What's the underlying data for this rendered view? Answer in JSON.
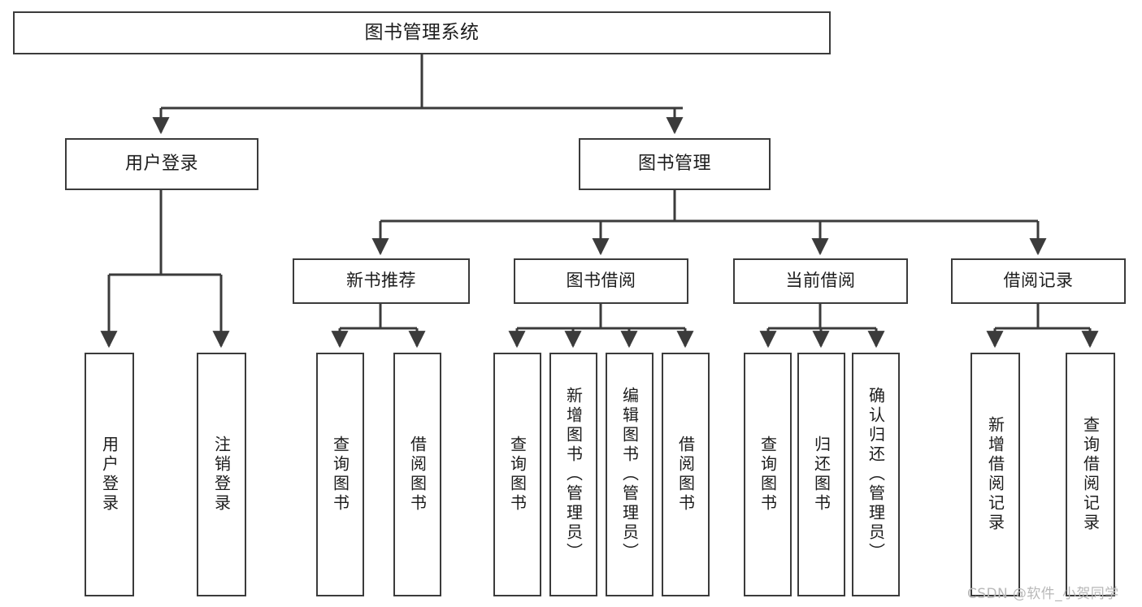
{
  "diagram": {
    "title": "图书管理系统",
    "type": "tree",
    "watermark": "CSDN @软件_小贺同学",
    "colors": {
      "background": "#ffffff",
      "stroke": "#3b3b3b",
      "text": "#1c1c1c",
      "watermark": "#b8b8b8"
    },
    "nodes": {
      "root": {
        "label": "图书管理系统"
      },
      "level1": [
        {
          "label": "用户登录"
        },
        {
          "label": "图书管理"
        }
      ],
      "level2": [
        {
          "label": "新书推荐"
        },
        {
          "label": "图书借阅"
        },
        {
          "label": "当前借阅"
        },
        {
          "label": "借阅记录"
        }
      ],
      "leaves_user_login": [
        {
          "label": "用户登录"
        },
        {
          "label": "注销登录"
        }
      ],
      "leaves_new_books": [
        {
          "label": "查询图书"
        },
        {
          "label": "借阅图书"
        }
      ],
      "leaves_borrow": [
        {
          "label": "查询图书"
        },
        {
          "label": "新增图书（管理员）"
        },
        {
          "label": "编辑图书（管理员）"
        },
        {
          "label": "借阅图书"
        }
      ],
      "leaves_current": [
        {
          "label": "查询图书"
        },
        {
          "label": "归还图书"
        },
        {
          "label": "确认归还（管理员）"
        }
      ],
      "leaves_records": [
        {
          "label": "新增借阅记录"
        },
        {
          "label": "查询借阅记录"
        }
      ]
    }
  }
}
